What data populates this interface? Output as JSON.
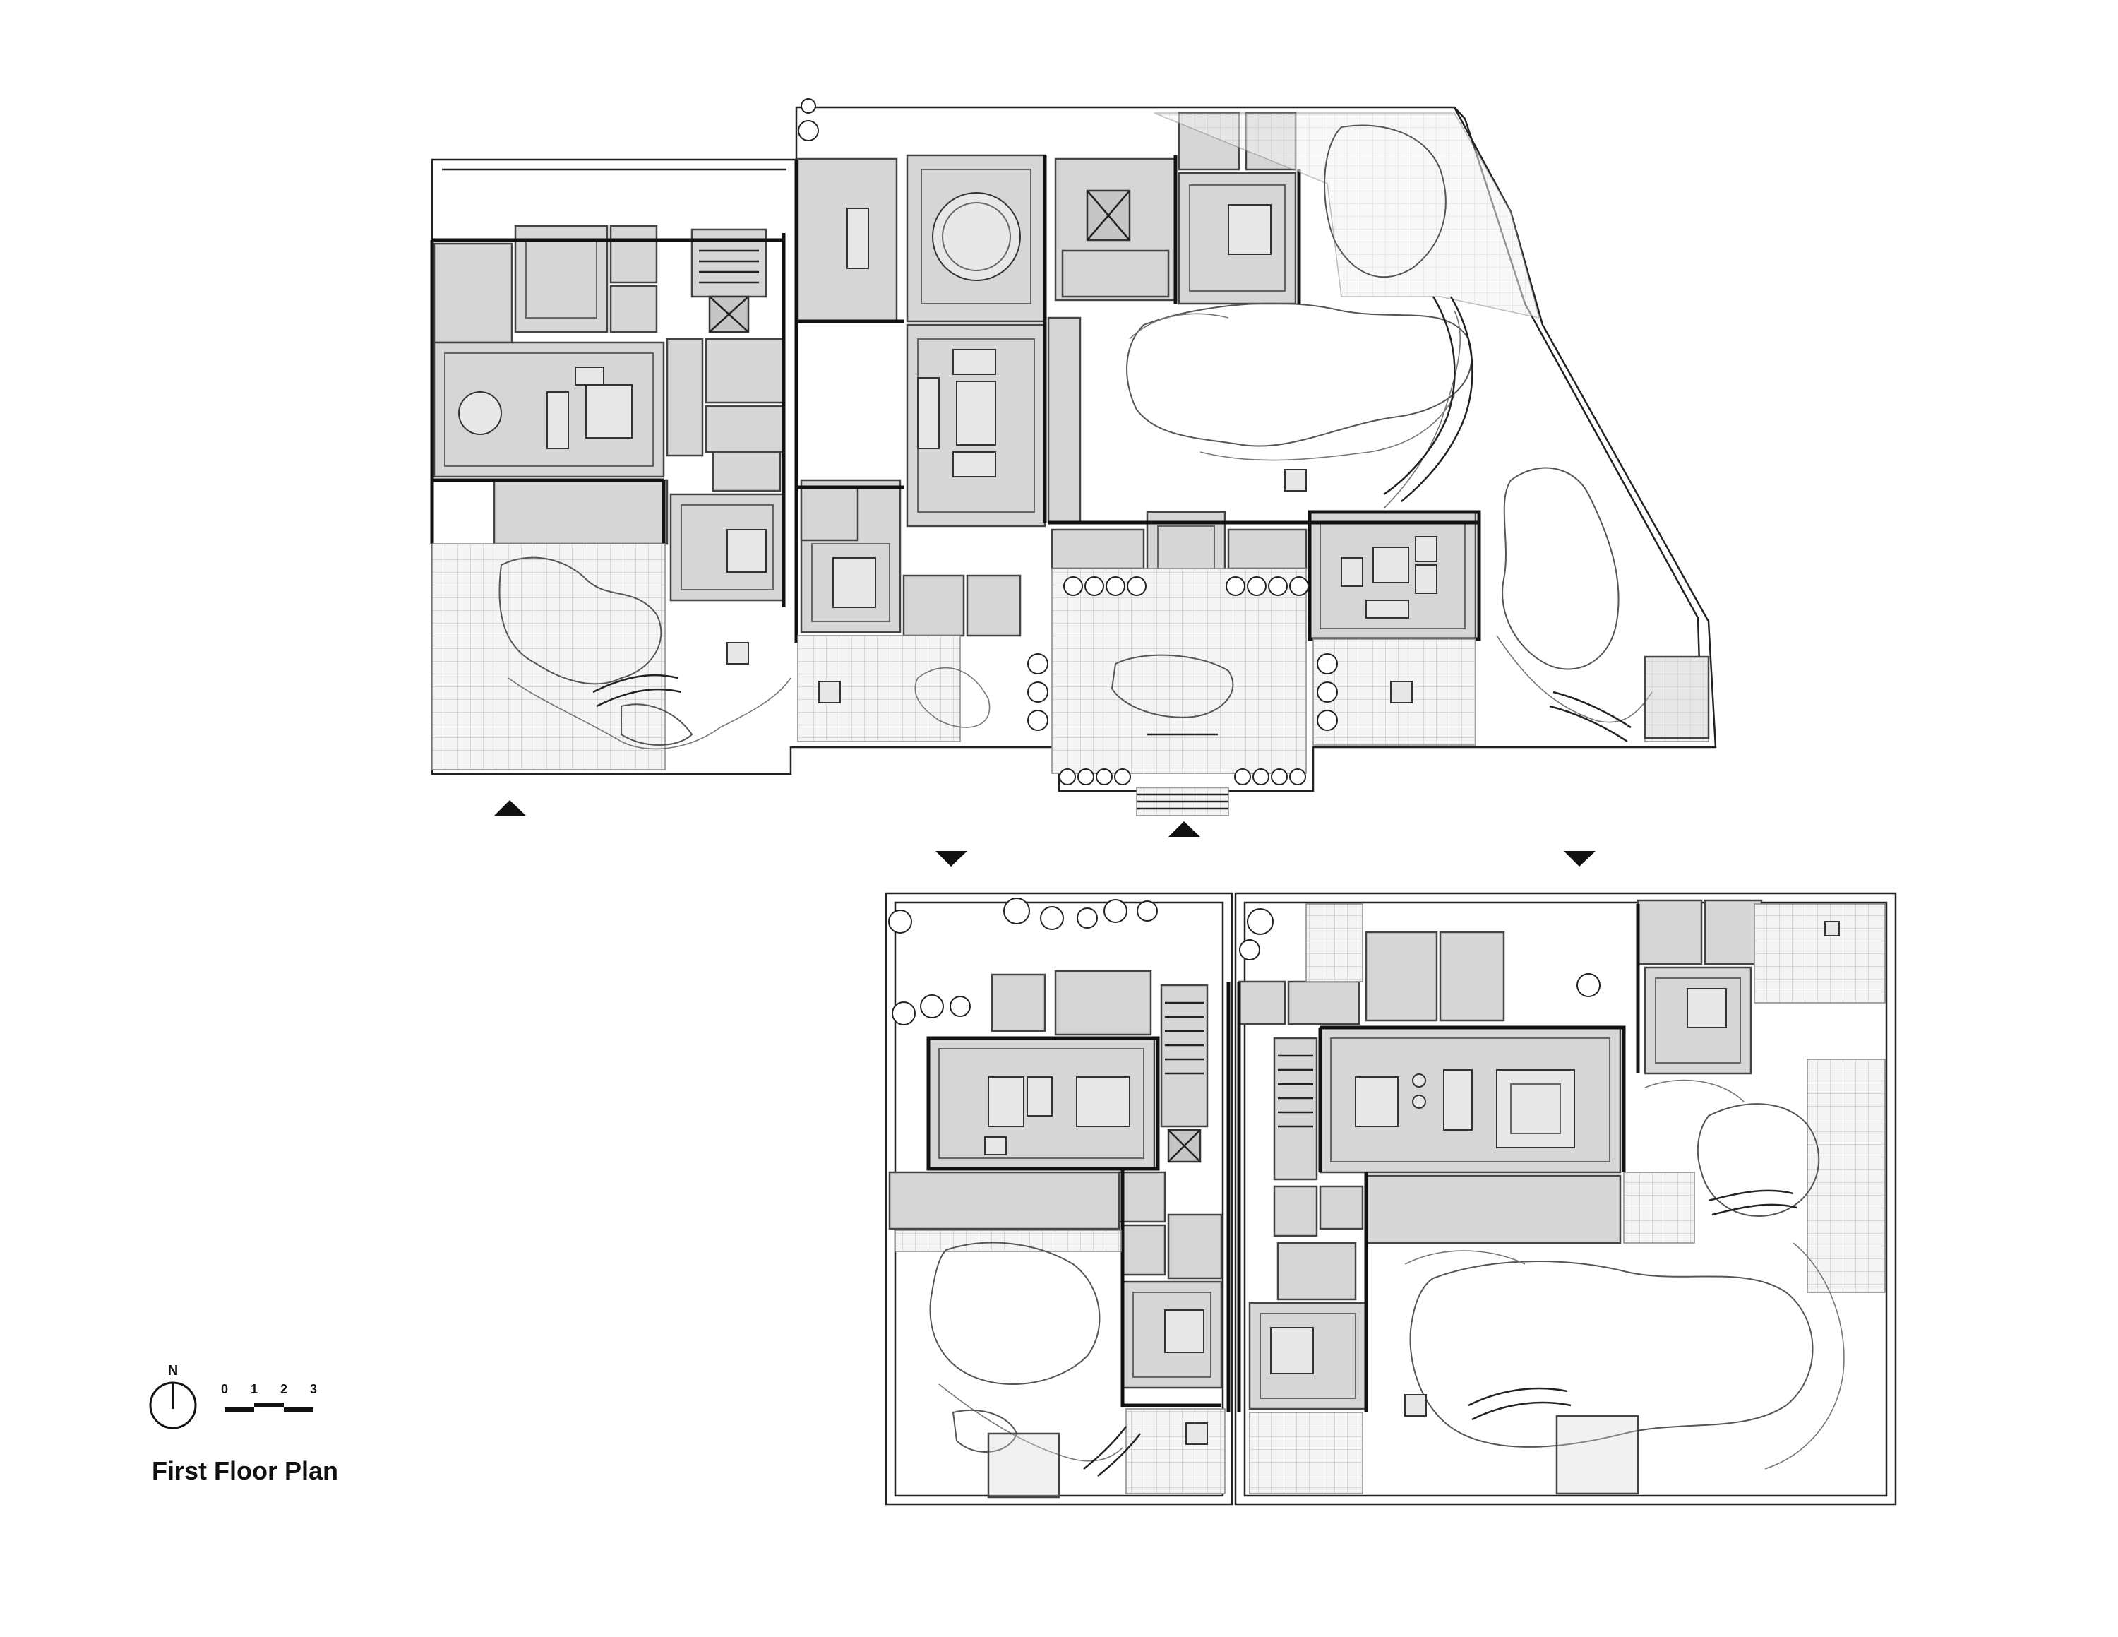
{
  "drawing": {
    "title": "First Floor Plan"
  },
  "north_arrow": {
    "label": "N",
    "icon": "north-arrow-icon"
  },
  "scale_bar": {
    "ticks": [
      "0",
      "1",
      "2",
      "3"
    ]
  },
  "entrances": {
    "count": 4,
    "icon": "triangle-entrance-icon"
  },
  "colors": {
    "wall": "#111111",
    "interior_fill": "#d6d6d6",
    "landscape_line": "#555555",
    "background": "#ffffff"
  }
}
